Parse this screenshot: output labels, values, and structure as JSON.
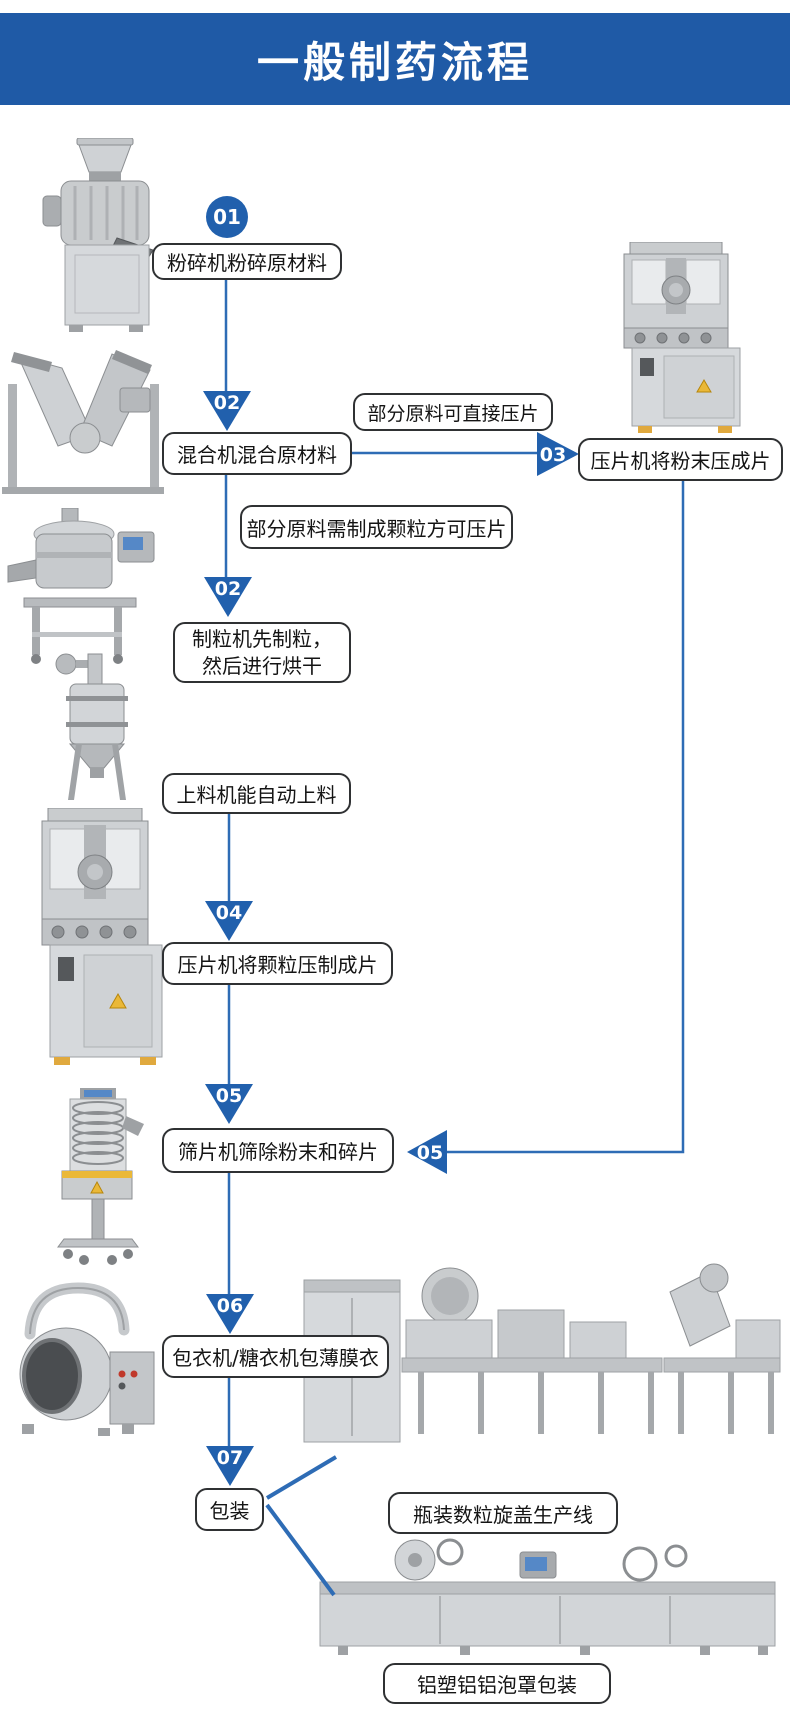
{
  "header": {
    "title": "一般制药流程"
  },
  "colors": {
    "banner_blue": "#1f5aa6",
    "marker_blue": "#2160ad",
    "connector_blue": "#2e6cb5",
    "box_border": "#2f3133",
    "box_background": "#ffffff",
    "title_text": "#ffffff"
  },
  "flow": {
    "step1": {
      "num": "01",
      "label": "粉碎机粉碎原材料"
    },
    "step2": {
      "num": "02",
      "label": "混合机混合原材料"
    },
    "note_direct_press": "部分原料可直接压片",
    "step3": {
      "num": "03",
      "label": "压片机将粉末压成片"
    },
    "note_need_granule": "部分原料需制成颗粒方可压片",
    "step2b": {
      "num": "02",
      "label_line1": "制粒机先制粒，",
      "label_line2": "然后进行烘干"
    },
    "feeder_note": "上料机能自动上料",
    "step4": {
      "num": "04",
      "label": "压片机将颗粒压制成片"
    },
    "step5": {
      "num": "05",
      "label": "筛片机筛除粉末和碎片"
    },
    "step5_side": {
      "num": "05"
    },
    "step6": {
      "num": "06",
      "label": "包衣机/糖衣机包薄膜衣"
    },
    "step7": {
      "num": "07",
      "label": "包装"
    },
    "bottle_line_label": "瓶装数粒旋盖生产线",
    "blister_line_label": "铝塑铝铝泡罩包装"
  },
  "machine_images": [
    "crusher-machine",
    "v-mixer-machine",
    "granulator-machine",
    "vacuum-feeder-machine",
    "tablet-press-machine-left",
    "tablet-press-machine-right",
    "tablet-sifter-machine",
    "coating-machine",
    "bottle-counting-capping-line",
    "blister-packing-line"
  ]
}
